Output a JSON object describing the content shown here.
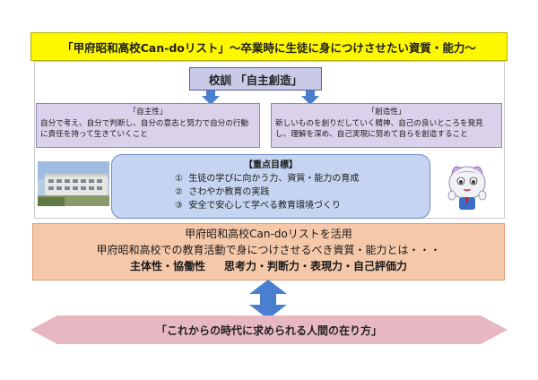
{
  "header": {
    "title": "「甲府昭和高校Can-doリスト」〜卒業時に生徒に身につけさせたい資質・能力〜"
  },
  "motto": {
    "label": "校訓 「自主創造」"
  },
  "traits": [
    {
      "name": "「自主性」",
      "text": "自分で考え、自分で判断し、自分の意志と努力で自分の行動に責任を持って生きていくこと"
    },
    {
      "name": "「創造性」",
      "text": "新しいものを創りだしていく精神、自己の良いところを発見し、理解を深め、自己実現に努めて自らを創造すること"
    }
  ],
  "goals": {
    "heading": "【重点目標】",
    "items": [
      {
        "num": "①",
        "text": "生徒の学びに向かう力、資質・能力の育成"
      },
      {
        "num": "②",
        "text": "さわやか教育の実践"
      },
      {
        "num": "③",
        "text": "安全で安心して学べる教育環境づくり"
      }
    ]
  },
  "cando": {
    "line1": "甲府昭和高校Can-doリストを活用",
    "line2": "甲府昭和高校での教育活動で身につけさせるべき資質・能力とは・・・",
    "line3_a": "主体性・協働性",
    "line3_b": "思考力・判断力・表現力・自己評価力"
  },
  "bottom_banner": {
    "text": "「これからの時代に求められる人間の在り方」"
  },
  "colors": {
    "title_bg": "#fdf700",
    "motto_bg": "#c9c9e8",
    "trait_bg": "#d9d2ea",
    "goals_bg": "#c5d4f0",
    "cando_bg": "#f6c8aa",
    "banner_bg": "#e8b8c2",
    "arrow": "#4a7fd0"
  },
  "images": {
    "left": "school-building-photo",
    "right": "school-mascot-character"
  }
}
